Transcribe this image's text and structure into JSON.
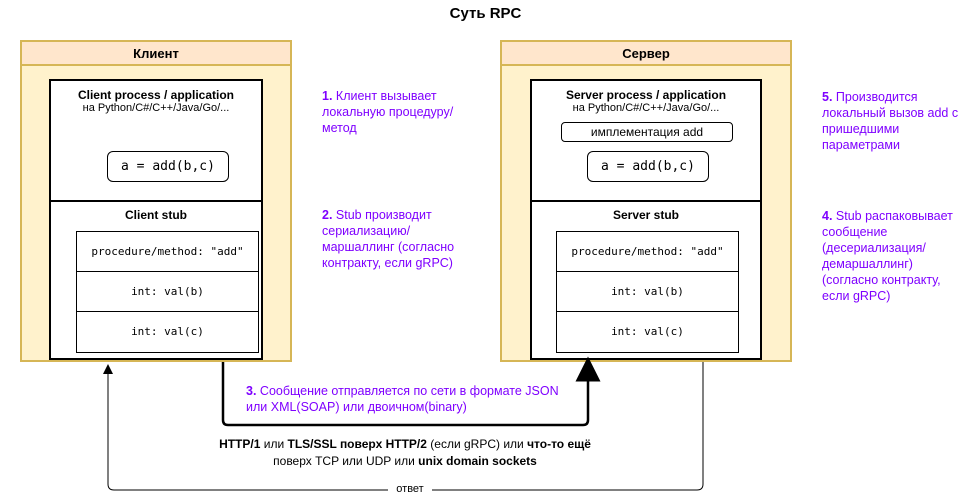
{
  "title": "Суть RPC",
  "client": {
    "header": "Клиент",
    "process_title": "Client process / application",
    "process_sub": "на Python/C#/C++/Java/Go/...",
    "call_code": "a = add(b,c)",
    "stub_title": "Client stub",
    "stub_rows": [
      "procedure/method: \"add\"",
      "int: val(b)",
      "int: val(c)"
    ]
  },
  "server": {
    "header": "Сервер",
    "process_title": "Server process / application",
    "process_sub": "на Python/C#/C++/Java/Go/...",
    "impl_label": "имплементация add",
    "call_code": "a = add(b,c)",
    "stub_title": "Server stub",
    "stub_rows": [
      "procedure/method: \"add\"",
      "int: val(b)",
      "int: val(c)"
    ]
  },
  "notes": {
    "n1_num": "1.",
    "n1_text": "Клиент вызывает локальную процедуру/ метод",
    "n2_num": "2.",
    "n2_text": "Stub производит сериализацию/маршаллинг (согласно контракту, если gRPC)",
    "n3_num": "3.",
    "n3_text": "Сообщение отправляется по сети в формате JSON или XML(SOAP) или двоичном(binary)",
    "n4_num": "4.",
    "n4_text": "Stub распаковывает сообщение (десериализация/ демаршаллинг) (согласно контракту, если gRPC)",
    "n5_num": "5.",
    "n5_text": "Производится локальный вызов add с пришедшими параметрами"
  },
  "transport": {
    "http1": "HTTP/1",
    "or1": " или ",
    "tls": "TLS/SSL поверх HTTP/2",
    "grpc_note": " (если gRPC) или ",
    "other": "что-то ещё",
    "over": "поверх TCP или UDP или ",
    "unix": "unix domain sockets"
  },
  "response_label": "ответ",
  "colors": {
    "outer_fill": "#fff2cc",
    "outer_border": "#d6b656",
    "header_fill": "#ffe6cc",
    "note_purple": "#7f00ff"
  }
}
